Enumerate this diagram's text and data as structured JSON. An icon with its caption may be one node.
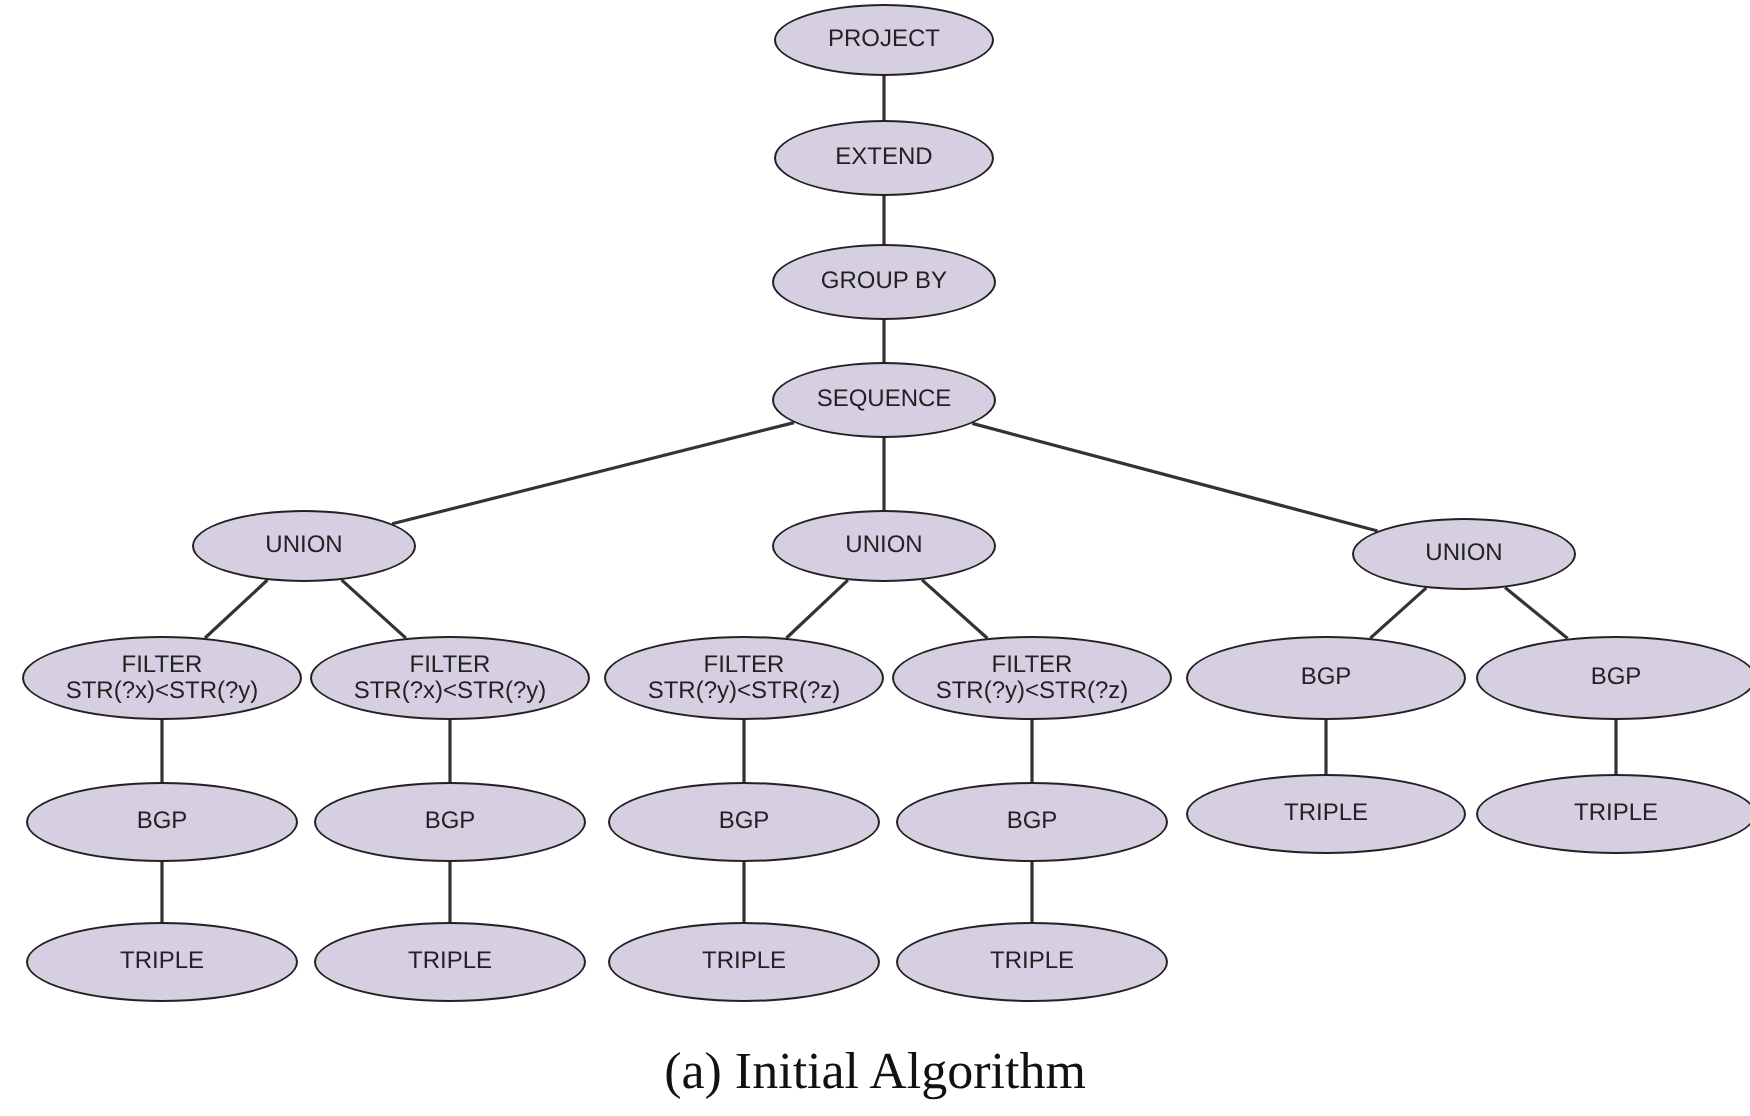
{
  "diagram": {
    "caption": "(a) Initial Algorithm",
    "nodes": [
      {
        "text": [
          "PROJECT"
        ]
      },
      {
        "text": [
          "EXTEND"
        ]
      },
      {
        "text": [
          "GROUP BY"
        ]
      },
      {
        "text": [
          "SEQUENCE"
        ]
      },
      {
        "text": [
          "UNION"
        ]
      },
      {
        "text": [
          "FILTER",
          "STR(?x)<STR(?y)"
        ]
      },
      {
        "text": [
          "BGP"
        ]
      },
      {
        "text": [
          "TRIPLE"
        ]
      },
      {
        "text": [
          "FILTER",
          "STR(?x)<STR(?y)"
        ]
      },
      {
        "text": [
          "BGP"
        ]
      },
      {
        "text": [
          "TRIPLE"
        ]
      },
      {
        "text": [
          "UNION"
        ]
      },
      {
        "text": [
          "FILTER",
          "STR(?y)<STR(?z)"
        ]
      },
      {
        "text": [
          "BGP"
        ]
      },
      {
        "text": [
          "TRIPLE"
        ]
      },
      {
        "text": [
          "FILTER",
          "STR(?y)<STR(?z)"
        ]
      },
      {
        "text": [
          "BGP"
        ]
      },
      {
        "text": [
          "TRIPLE"
        ]
      },
      {
        "text": [
          "UNION"
        ]
      },
      {
        "text": [
          "BGP"
        ]
      },
      {
        "text": [
          "TRIPLE"
        ]
      },
      {
        "text": [
          "BGP"
        ]
      },
      {
        "text": [
          "TRIPLE"
        ]
      }
    ],
    "edges": [
      {
        "from": 0,
        "to": 1,
        "arrow": "none"
      },
      {
        "from": 1,
        "to": 2,
        "arrow": "none"
      },
      {
        "from": 2,
        "to": 3,
        "arrow": "none"
      },
      {
        "from": 3,
        "to": 4,
        "arrow": "none"
      },
      {
        "from": 3,
        "to": 11,
        "arrow": "none"
      },
      {
        "from": 3,
        "to": 18,
        "arrow": "none"
      },
      {
        "from": 4,
        "to": 5,
        "arrow": "none"
      },
      {
        "from": 4,
        "to": 8,
        "arrow": "none"
      },
      {
        "from": 5,
        "to": 6,
        "arrow": "none"
      },
      {
        "from": 6,
        "to": 7,
        "arrow": "none"
      },
      {
        "from": 8,
        "to": 9,
        "arrow": "none"
      },
      {
        "from": 9,
        "to": 10,
        "arrow": "none"
      },
      {
        "from": 11,
        "to": 12,
        "arrow": "none"
      },
      {
        "from": 11,
        "to": 15,
        "arrow": "none"
      },
      {
        "from": 12,
        "to": 13,
        "arrow": "none"
      },
      {
        "from": 13,
        "to": 14,
        "arrow": "none"
      },
      {
        "from": 15,
        "to": 16,
        "arrow": "none"
      },
      {
        "from": 16,
        "to": 17,
        "arrow": "none"
      },
      {
        "from": 18,
        "to": 19,
        "arrow": "none"
      },
      {
        "from": 18,
        "to": 21,
        "arrow": "none"
      },
      {
        "from": 19,
        "to": 20,
        "arrow": "none"
      },
      {
        "from": 21,
        "to": 22,
        "arrow": "none"
      }
    ]
  }
}
